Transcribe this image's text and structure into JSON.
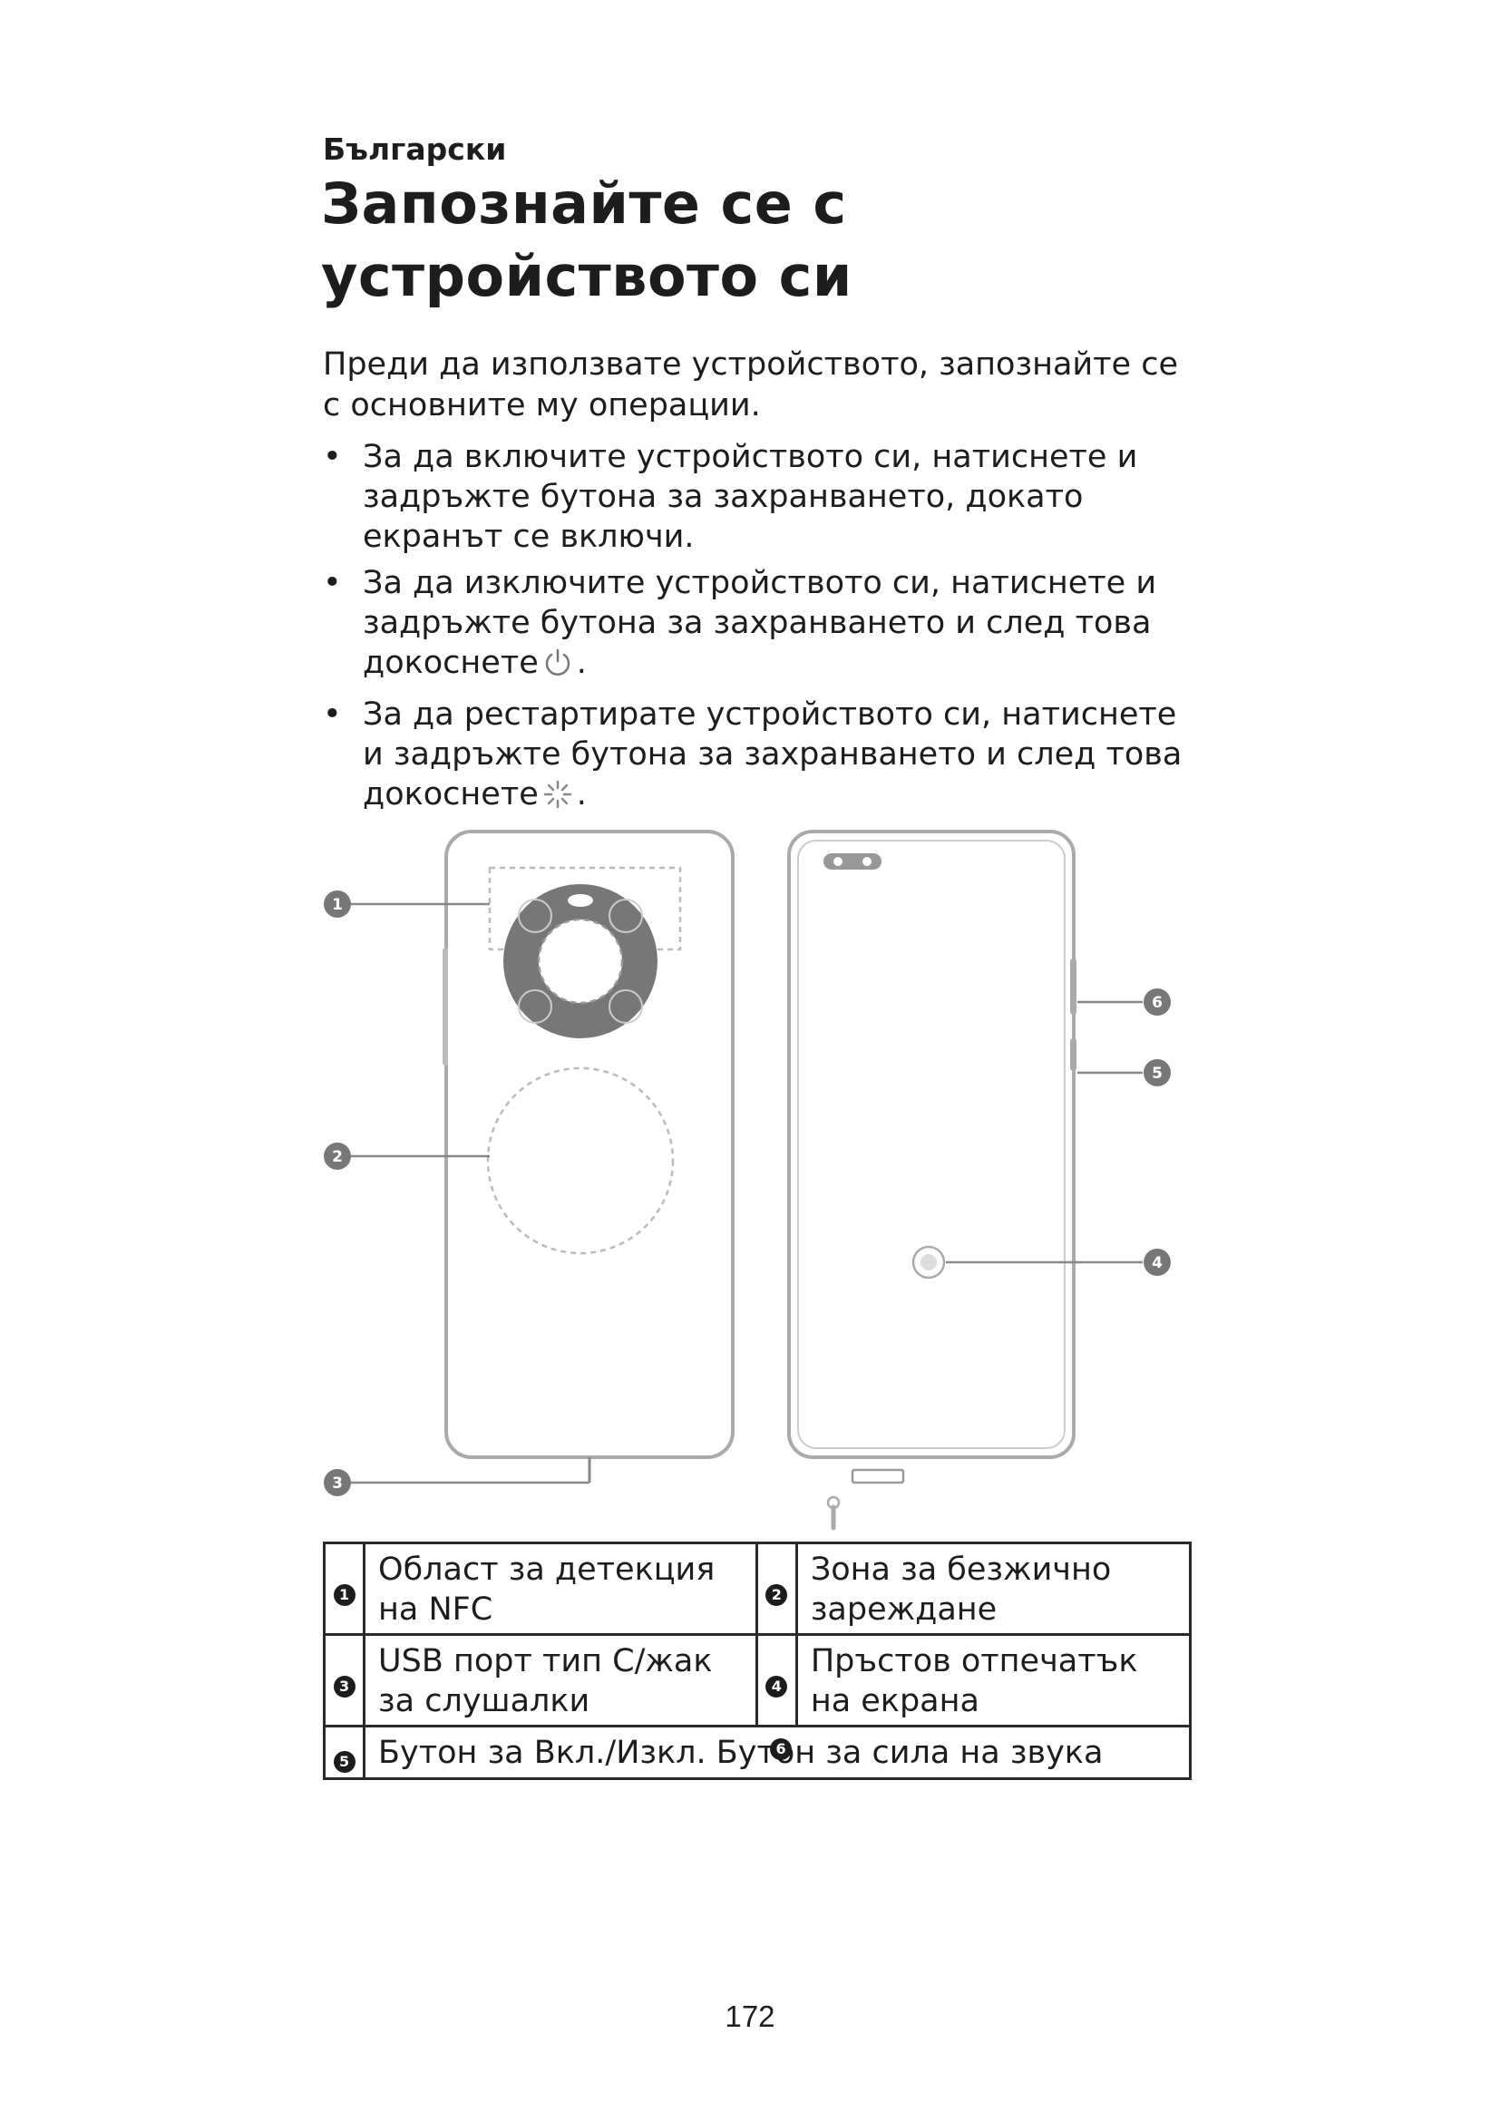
{
  "header": {
    "language": "Български",
    "title": "Запознайте се с устройството си"
  },
  "intro": "Преди да използвате устройството, запознайте се с основните му операции.",
  "bullets": [
    {
      "marker": "•",
      "text": "За да включите устройството си, натиснете и задръжте бутона за захранването, докато екранът се включи."
    },
    {
      "marker": "•",
      "text_before": "За да изключите устройството си, натиснете и задръжте бутона за захранването и след това докоснете",
      "icon": "power-icon",
      "text_after": "."
    },
    {
      "marker": "•",
      "text_before": "За да рестартирате устройството си, натиснете и задръжте бутона за захранването и след това докоснете",
      "icon": "restart-icon",
      "text_after": "."
    }
  ],
  "figure": {
    "callouts": [
      "1",
      "2",
      "3",
      "4",
      "5",
      "6"
    ]
  },
  "legend": {
    "rows": [
      [
        {
          "num": "1",
          "text": "Област за детекция на NFC"
        },
        {
          "num": "2",
          "text": "Зона за безжично зареждане"
        }
      ],
      [
        {
          "num": "3",
          "text": "USB порт тип C/жак за слушалки"
        },
        {
          "num": "4",
          "text": "Пръстов отпечатък на екрана"
        }
      ],
      [
        {
          "num": "5",
          "text": "Бутон за Вкл./Изкл. Бутон за сила на звука",
          "num2": "6"
        }
      ]
    ]
  },
  "page_number": "172"
}
